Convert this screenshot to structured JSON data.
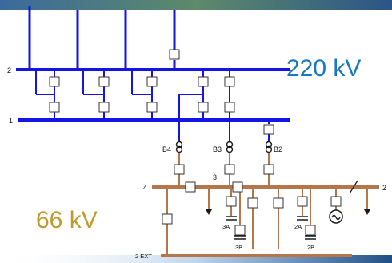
{
  "colors": {
    "hv": "#1414e6",
    "mv": "#b5764a",
    "hv_label": "#1a78c2",
    "mv_label": "#bf9a2e",
    "banner": "#2a5588",
    "box_stroke": "#333333"
  },
  "voltages": {
    "high": "220 kV",
    "medium": "66 kV"
  },
  "labels": {
    "bus_hv_2": "2",
    "bus_hv_1": "1",
    "bus_mv_4": "4",
    "bus_mv_2": "2",
    "bus_mv_3": "3",
    "bus_mv_2ext": "2 EXT",
    "tr_b4": "B4",
    "tr_b3": "B3",
    "tr_b2": "B2",
    "cap_3a": "3A",
    "cap_3b": "3B",
    "cap_2a": "2A",
    "cap_2b": "2B"
  }
}
